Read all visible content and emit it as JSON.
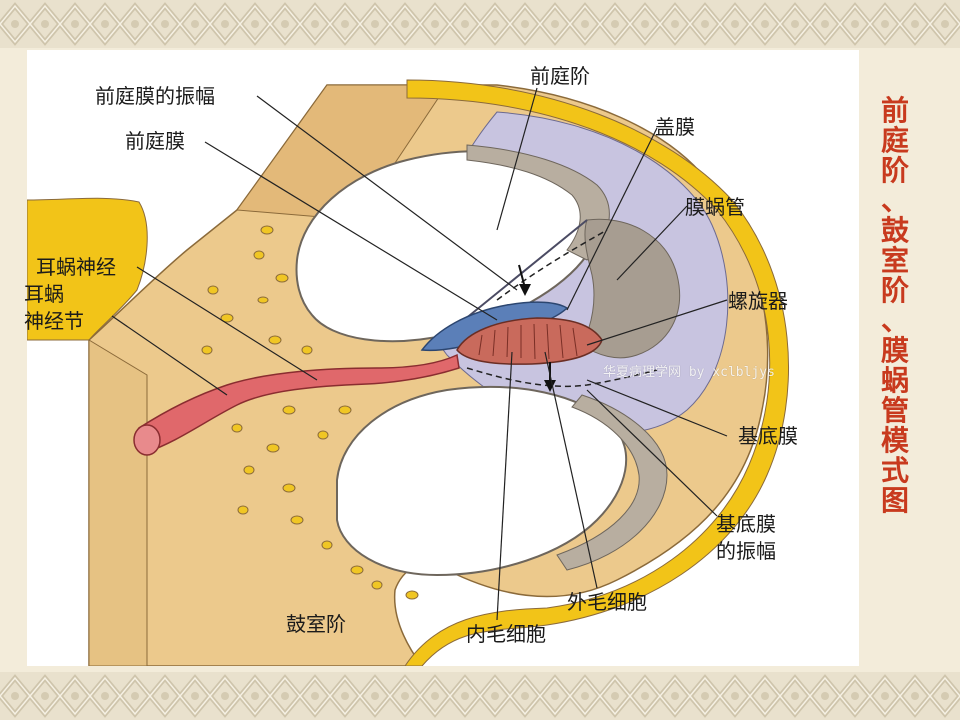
{
  "title": "前庭阶、鼓室阶、膜蜗管模式图",
  "labels": {
    "vestibular_membrane_amplitude": "前庭膜的振幅",
    "vestibular_membrane": "前庭膜",
    "cochlear_nerve": "耳蜗神经",
    "spiral_ganglion_line1": "耳蜗",
    "spiral_ganglion_line2": "神经节",
    "scala_vestibuli": "前庭阶",
    "tectorial_membrane": "盖膜",
    "cochlear_duct": "膜蜗管",
    "organ_of_corti": "螺旋器",
    "basilar_membrane": "基底膜",
    "basilar_membrane_amplitude_line1": "基底膜",
    "basilar_membrane_amplitude_line2": "的振幅",
    "outer_hair_cells": "外毛细胞",
    "inner_hair_cells": "内毛细胞",
    "scala_tympani": "鼓室阶"
  },
  "watermark": "华夏病理学网 by xclbljys",
  "colors": {
    "title": "#c83a1e",
    "bone": "#ecc98c",
    "bone_yellow": "#f2c418",
    "endolymph_space": "#c8c4e0",
    "nerve": "#e0686b",
    "tectorial_membrane": "#5b7fb8",
    "perilymph": "#ffffff",
    "wall_grey": "#b8aea0"
  }
}
